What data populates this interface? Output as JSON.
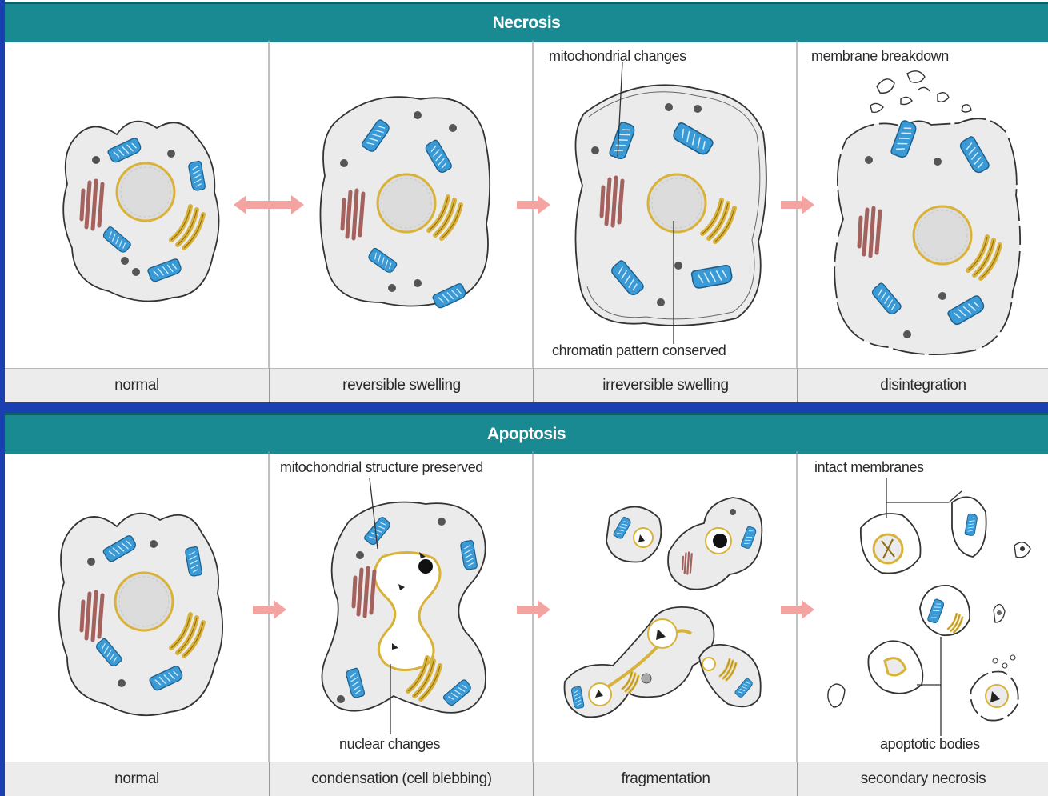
{
  "necrosis": {
    "title": "Necrosis",
    "captions": [
      "normal",
      "reversible swelling",
      "irreversible swelling",
      "disintegration"
    ],
    "labels": {
      "mitochondrial_changes": "mitochondrial changes",
      "chromatin_conserved": "chromatin pattern conserved",
      "membrane_breakdown": "membrane breakdown"
    }
  },
  "apoptosis": {
    "title": "Apoptosis",
    "captions": [
      "normal",
      "condensation (cell blebbing)",
      "fragmentation",
      "secondary necrosis"
    ],
    "labels": {
      "mito_preserved": "mitochondrial structure preserved",
      "nuclear_changes": "nuclear changes",
      "intact_membranes": "intact membranes",
      "apoptotic_bodies": "apoptotic bodies"
    }
  },
  "colors": {
    "header_teal": "#1a8a92",
    "border_blue": "#1a3fb0",
    "mitochondria_blue": "#3a9ad6",
    "golgi_yellow": "#d9b23a",
    "er_brown": "#a4625e",
    "arrow_pink": "#f3a3a0",
    "cytoplasm_gray": "#ebebeb"
  }
}
